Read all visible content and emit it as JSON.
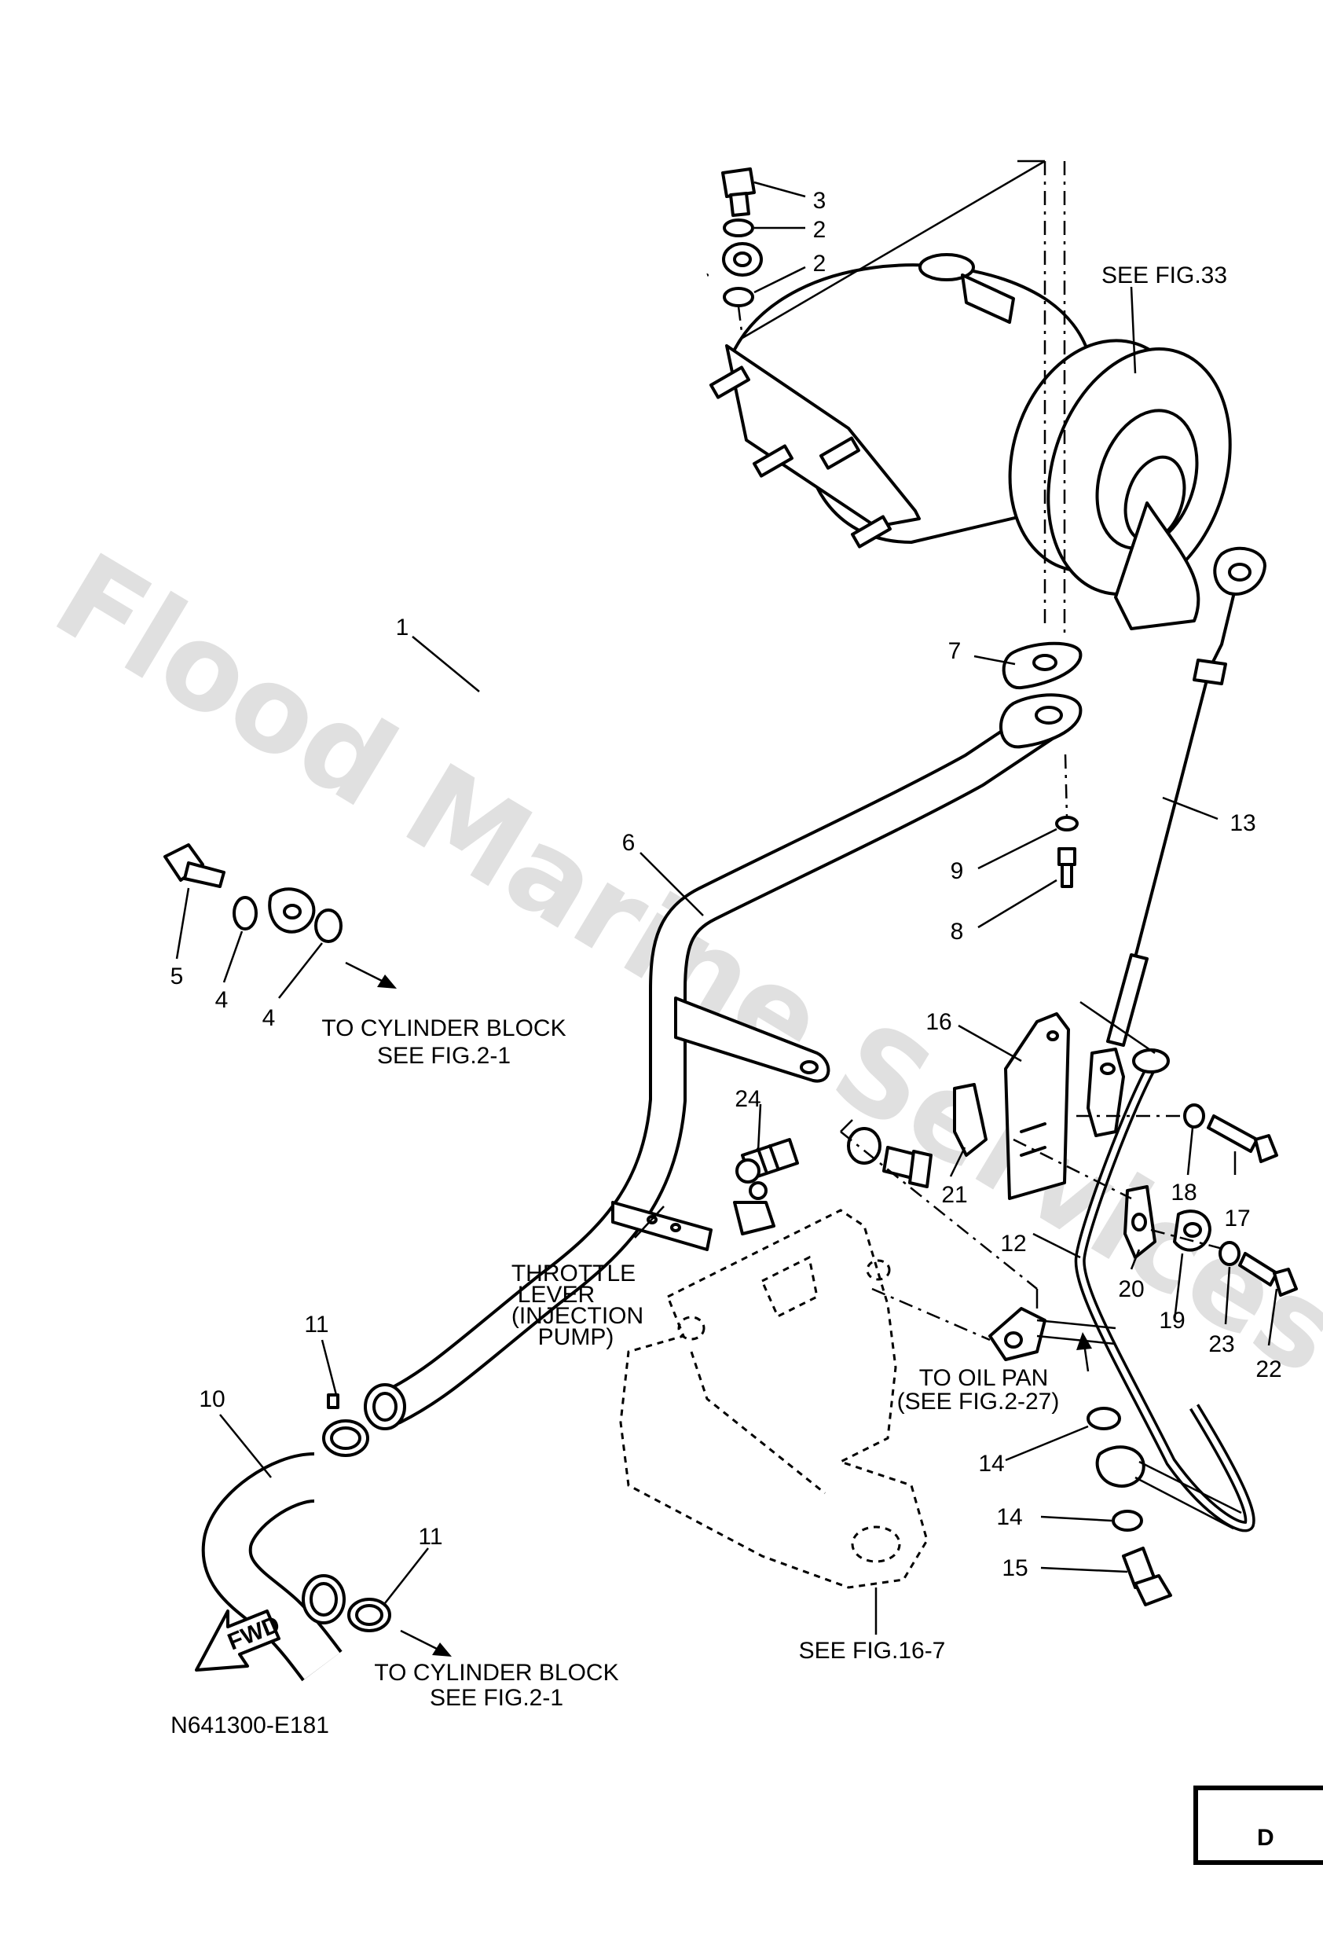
{
  "watermark": "Flood Marine Services",
  "callouts": {
    "c1": "1",
    "c2a": "2",
    "c2b": "2",
    "c3": "3",
    "c4a": "4",
    "c4b": "4",
    "c5": "5",
    "c6": "6",
    "c7": "7",
    "c8": "8",
    "c9": "9",
    "c10": "10",
    "c11a": "11",
    "c11b": "11",
    "c12": "12",
    "c13": "13",
    "c14a": "14",
    "c14b": "14",
    "c15": "15",
    "c16": "16",
    "c17": "17",
    "c18": "18",
    "c19": "19",
    "c20": "20",
    "c21": "21",
    "c22": "22",
    "c23": "23",
    "c24": "24"
  },
  "notes": {
    "see_fig33": "SEE FIG.33",
    "to_cyl_block_1": "TO CYLINDER BLOCK",
    "see_fig2_1a": "SEE FIG.2-1",
    "to_cyl_block_2": "TO CYLINDER BLOCK",
    "see_fig2_1b": "SEE FIG.2-1",
    "throttle_line1": "THROTTLE",
    "throttle_line2": "LEVER",
    "throttle_line3": "(INJECTION",
    "throttle_line4": "PUMP)",
    "to_oil_pan": "TO OIL PAN",
    "see_fig2_27": "(SEE FIG.2-27)",
    "see_fig16_7": "SEE FIG.16-7",
    "fwd": "FWD",
    "drawing_code": "N641300-E181",
    "section_letter": "D"
  }
}
